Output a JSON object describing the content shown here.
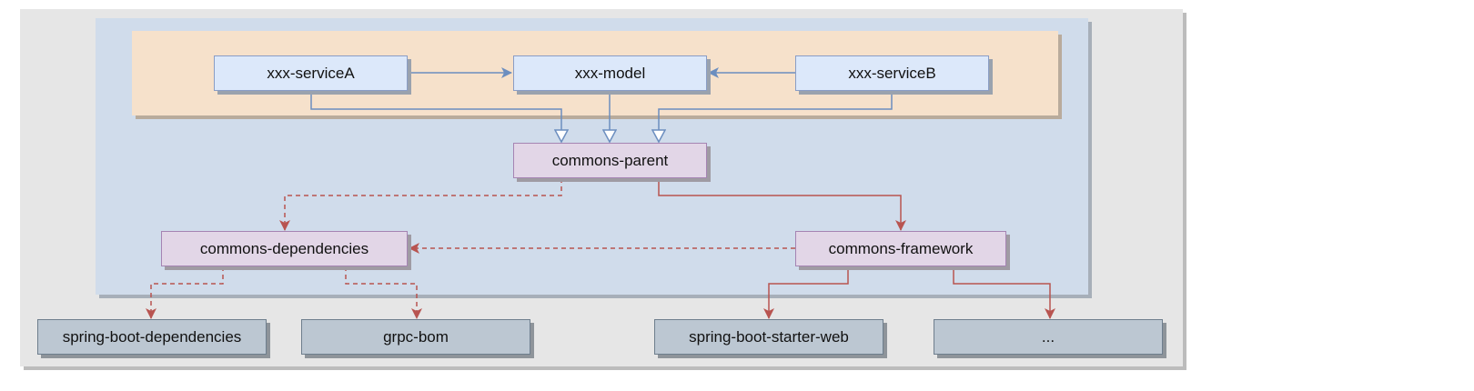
{
  "nodes": {
    "service_a": "xxx-serviceA",
    "model": "xxx-model",
    "service_b": "xxx-serviceB",
    "commons_parent": "commons-parent",
    "commons_dependencies": "commons-dependencies",
    "commons_framework": "commons-framework",
    "spring_boot_dependencies": "spring-boot-dependencies",
    "grpc_bom": "grpc-bom",
    "spring_boot_starter_web": "spring-boot-starter-web",
    "ellipsis": "..."
  },
  "edges": [
    {
      "from": "xxx-serviceA",
      "to": "xxx-model",
      "kind": "dependency"
    },
    {
      "from": "xxx-serviceB",
      "to": "xxx-model",
      "kind": "dependency"
    },
    {
      "from": "xxx-serviceA",
      "to": "commons-parent",
      "kind": "inheritance"
    },
    {
      "from": "xxx-model",
      "to": "commons-parent",
      "kind": "inheritance"
    },
    {
      "from": "xxx-serviceB",
      "to": "commons-parent",
      "kind": "inheritance"
    },
    {
      "from": "commons-parent",
      "to": "commons-dependencies",
      "kind": "import (dashed)"
    },
    {
      "from": "commons-parent",
      "to": "commons-framework",
      "kind": "dependency"
    },
    {
      "from": "commons-framework",
      "to": "commons-dependencies",
      "kind": "import (dashed)"
    },
    {
      "from": "commons-dependencies",
      "to": "spring-boot-dependencies",
      "kind": "import (dashed)"
    },
    {
      "from": "commons-dependencies",
      "to": "grpc-bom",
      "kind": "import (dashed)"
    },
    {
      "from": "commons-framework",
      "to": "spring-boot-starter-web",
      "kind": "dependency"
    },
    {
      "from": "commons-framework",
      "to": "...",
      "kind": "dependency"
    }
  ],
  "colors": {
    "blue_edge": "#6c8ebf",
    "red_edge": "#b85450",
    "outer_bg": "#e6e6e6",
    "inner_bg": "#d0dceb",
    "group_bg": "#f6e1cb"
  }
}
